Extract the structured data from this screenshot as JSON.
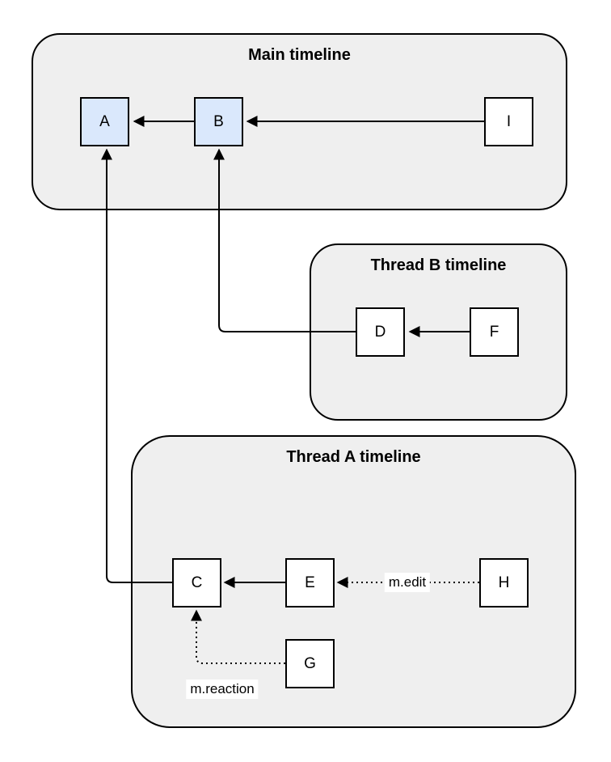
{
  "diagram": {
    "containers": {
      "main": {
        "title": "Main timeline"
      },
      "thread_b": {
        "title": "Thread B timeline"
      },
      "thread_a": {
        "title": "Thread A timeline"
      }
    },
    "nodes": {
      "A": {
        "label": "A",
        "container": "main",
        "highlighted": true
      },
      "B": {
        "label": "B",
        "container": "main",
        "highlighted": true
      },
      "I": {
        "label": "I",
        "container": "main",
        "highlighted": false
      },
      "D": {
        "label": "D",
        "container": "thread_b",
        "highlighted": false
      },
      "F": {
        "label": "F",
        "container": "thread_b",
        "highlighted": false
      },
      "C": {
        "label": "C",
        "container": "thread_a",
        "highlighted": false
      },
      "E": {
        "label": "E",
        "container": "thread_a",
        "highlighted": false
      },
      "H": {
        "label": "H",
        "container": "thread_a",
        "highlighted": false
      },
      "G": {
        "label": "G",
        "container": "thread_a",
        "highlighted": false
      }
    },
    "edges": {
      "I_to_B": {
        "from": "I",
        "to": "B",
        "style": "solid",
        "label": ""
      },
      "B_to_A": {
        "from": "B",
        "to": "A",
        "style": "solid",
        "label": ""
      },
      "F_to_D": {
        "from": "F",
        "to": "D",
        "style": "solid",
        "label": ""
      },
      "D_to_B": {
        "from": "D",
        "to": "B",
        "style": "solid",
        "label": ""
      },
      "E_to_C": {
        "from": "E",
        "to": "C",
        "style": "solid",
        "label": ""
      },
      "C_to_A": {
        "from": "C",
        "to": "A",
        "style": "solid",
        "label": ""
      },
      "H_to_E": {
        "from": "H",
        "to": "E",
        "style": "dotted",
        "label": "m.edit"
      },
      "G_to_C": {
        "from": "G",
        "to": "C",
        "style": "dotted",
        "label": "m.reaction"
      }
    },
    "colors": {
      "background": "#ffffff",
      "container_fill": "#efefef",
      "container_border": "#000000",
      "node_fill": "#ffffff",
      "node_highlight_fill": "#dae8fc",
      "node_border": "#000000",
      "edge_color": "#000000",
      "edge_label_background": "#ffffff"
    }
  }
}
